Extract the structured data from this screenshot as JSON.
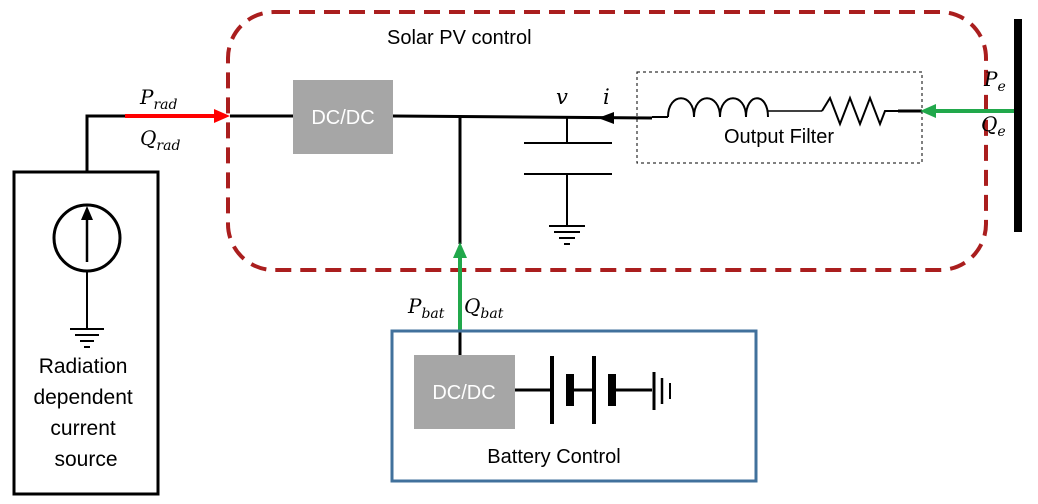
{
  "solar_pv_control": {
    "label": "Solar PV control"
  },
  "dcdc_main": {
    "label": "DC/DC"
  },
  "output_filter": {
    "label": "Output Filter"
  },
  "voltage": {
    "symbol": "v"
  },
  "current": {
    "symbol": "i"
  },
  "p_rad": {
    "base": "P",
    "sub": "rad"
  },
  "q_rad": {
    "base": "Q",
    "sub": "rad"
  },
  "p_e": {
    "base": "P",
    "sub": "e"
  },
  "q_e": {
    "base": "Q",
    "sub": "e"
  },
  "p_bat": {
    "base": "P",
    "sub": "bat"
  },
  "q_bat": {
    "base": "Q",
    "sub": "bat"
  },
  "source": {
    "lines": [
      "Radiation",
      "dependent",
      "current",
      "source"
    ]
  },
  "battery_control": {
    "label": "Battery Control",
    "dcdc_label": "DC/DC"
  },
  "colors": {
    "dashed_border": "#aa1e1e",
    "battery_box_border": "#41719c",
    "dcdc_fill": "#a6a6a6",
    "red_arrow": "#ff0000",
    "green_arrow": "#21a84b",
    "wire": "#000000"
  }
}
